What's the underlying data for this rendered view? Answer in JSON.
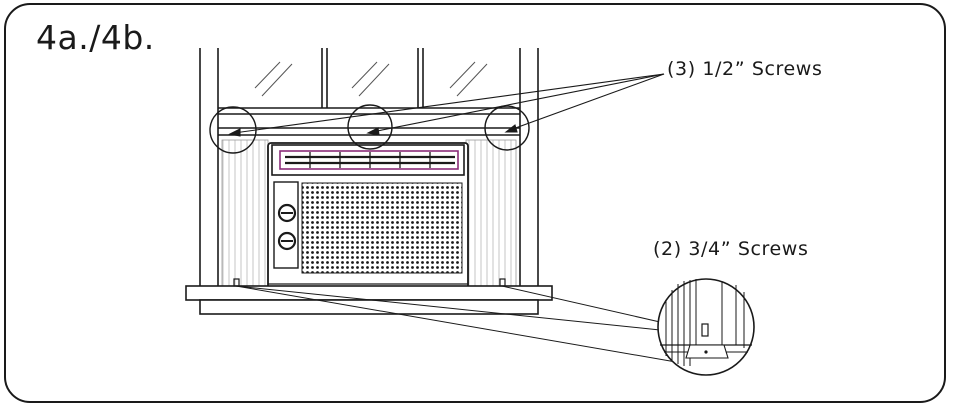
{
  "step": {
    "label": "4a./4b."
  },
  "callouts": {
    "top_screws": "(3) 1/2” Screws",
    "bottom_screws": "(2) 3/4” Screws"
  },
  "colors": {
    "line": "#1a1a1a",
    "accent": "#8a2c7a",
    "background": "#ffffff"
  }
}
